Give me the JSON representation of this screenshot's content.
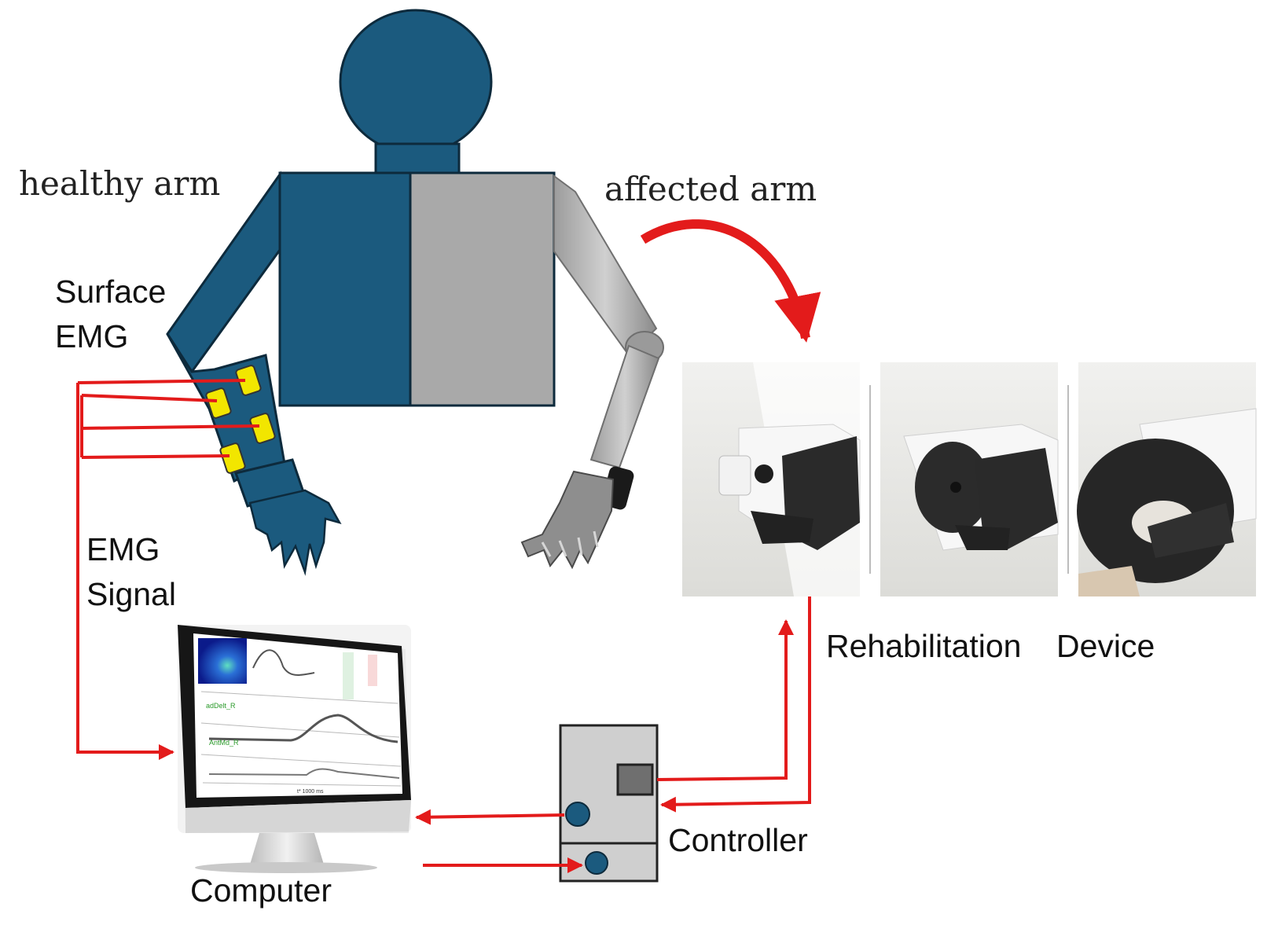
{
  "labels": {
    "healthy_arm": "healthy arm",
    "affected_arm": "affected arm",
    "surface_emg_line1": "Surface",
    "surface_emg_line2": "EMG",
    "emg_signal_line1": "EMG",
    "emg_signal_line2": "Signal",
    "rehab_device_word1": "Rehabilitation",
    "rehab_device_word2": "Device",
    "controller": "Controller",
    "computer": "Computer"
  },
  "monitor_plot_labels": {
    "channel1": "adDelt_R",
    "channel2": "AntMd_R",
    "x_axis": "t* 1000 ms"
  },
  "colors": {
    "healthy_body": "#1b5a7e",
    "affected_body": "#a9a9a9",
    "electrode": "#f2e600",
    "signal_wire": "#e31b1b",
    "controller_box": "#cfcfcf",
    "controller_dark": "#6f6f6f",
    "controller_knob": "#1b5a7e"
  },
  "icons": {
    "electrodes": "yellow-electrode-pads",
    "curved_arrow": "red-curved-arrow-icon",
    "monitor": "computer-monitor-icon",
    "controller": "controller-box-icon"
  }
}
